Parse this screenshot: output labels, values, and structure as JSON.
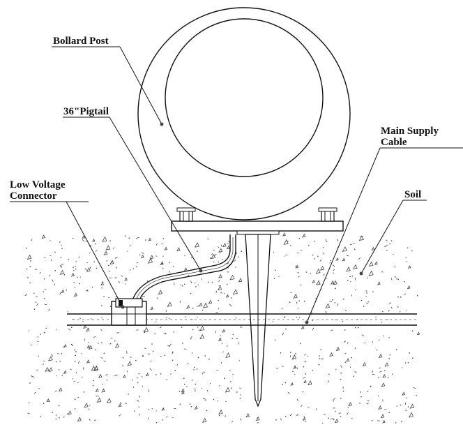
{
  "labels": {
    "bollard_post": "Bollard Post",
    "pigtail": "36\"Pigtail",
    "main_supply_line1": "Main Supply",
    "main_supply_line2": "Cable",
    "low_voltage_line1": "Low Voltage",
    "low_voltage_line2": "Connector",
    "soil": "Soil"
  },
  "colors": {
    "line": "#111111",
    "background": "#ffffff"
  }
}
